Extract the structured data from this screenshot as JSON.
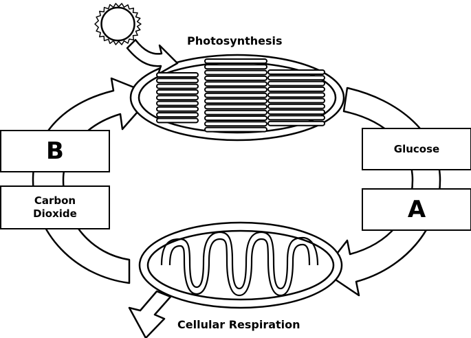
{
  "title_top": "Photosynthesis",
  "title_bottom": "Cellular Respiration",
  "boxes": {
    "b": "B",
    "carbon_dioxide": "Carbon\nDioxide",
    "glucose": "Glucose",
    "a": "A"
  },
  "colors": {
    "stroke": "#000000",
    "fill": "#ffffff"
  },
  "icons": [
    "sun-icon",
    "chloroplast-icon",
    "mitochondrion-icon",
    "cycle-arrow-icon",
    "output-arrow-icon"
  ]
}
